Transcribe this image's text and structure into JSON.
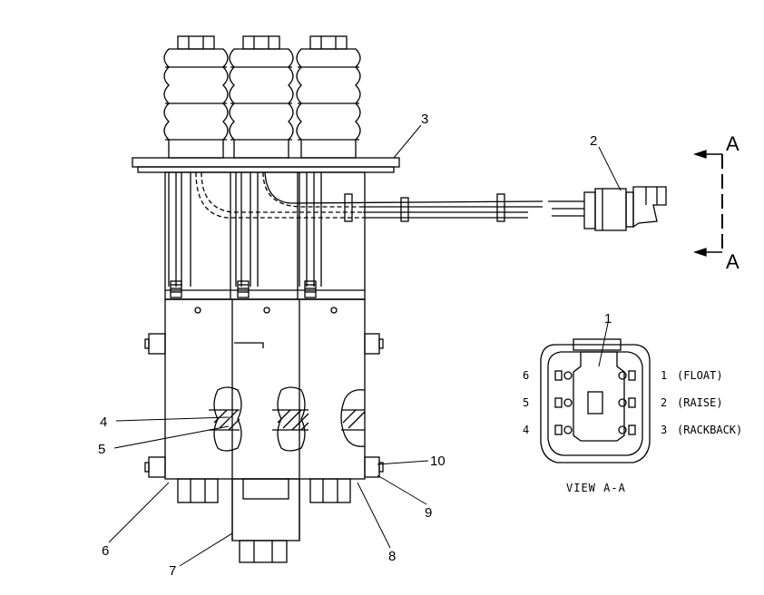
{
  "callouts": {
    "c1": "1",
    "c2": "2",
    "c3": "3",
    "c4": "4",
    "c5": "5",
    "c6": "6",
    "c7": "7",
    "c8": "8",
    "c9": "9",
    "c10": "10"
  },
  "section_marks": {
    "top": "A",
    "bottom": "A"
  },
  "view_label": "VIEW A-A",
  "connector_pins": {
    "left": [
      {
        "pin": "6"
      },
      {
        "pin": "5"
      },
      {
        "pin": "4"
      }
    ],
    "right": [
      {
        "pin": "1",
        "function": "(FLOAT)"
      },
      {
        "pin": "2",
        "function": "(RAISE)"
      },
      {
        "pin": "3",
        "function": "(RACKBACK)"
      }
    ]
  }
}
